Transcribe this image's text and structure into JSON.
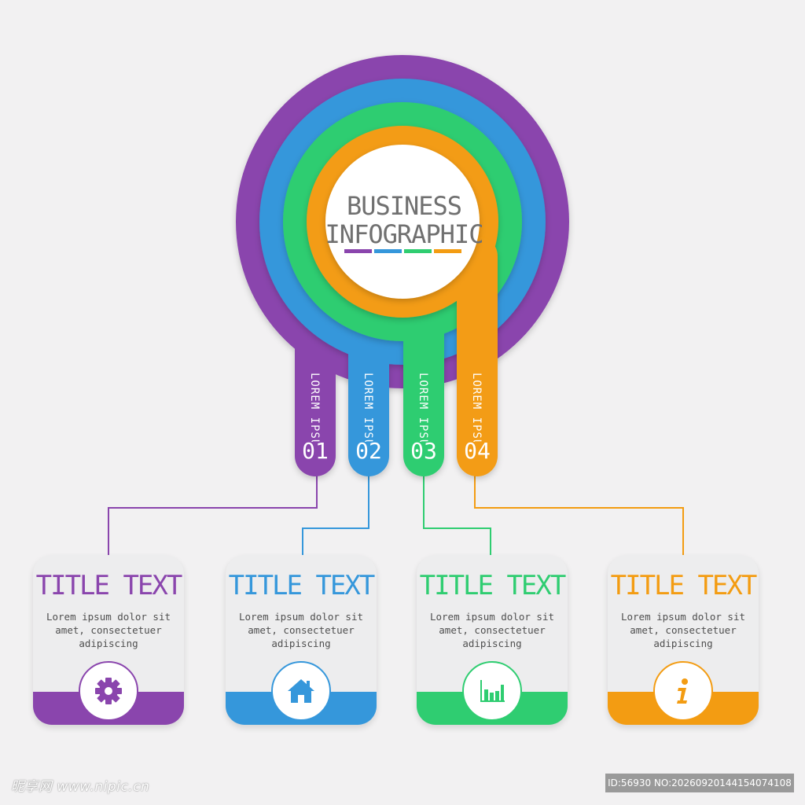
{
  "title": {
    "line1": "BUSINESS",
    "line2": "INFOGRAPHIC"
  },
  "colors": {
    "purple": "#8a45ad",
    "blue": "#3597db",
    "green": "#2fcd71",
    "orange": "#f39c12",
    "background": "#f2f1f2",
    "card": "#ededee",
    "text": "#707070"
  },
  "stems": [
    {
      "label": "LOREM IPSUM",
      "number": "01",
      "color": "#8a45ad"
    },
    {
      "label": "LOREM IPSUM",
      "number": "02",
      "color": "#3597db"
    },
    {
      "label": "LOREM IPSUM",
      "number": "03",
      "color": "#2fcd71"
    },
    {
      "label": "LOREM IPSUM",
      "number": "04",
      "color": "#f39c12"
    }
  ],
  "cards": [
    {
      "title": "TITLE TEXT",
      "text": "Lorem ipsum dolor sit amet, consectetuer adipiscing",
      "icon": "gear-icon",
      "color": "#8a45ad"
    },
    {
      "title": "TITLE TEXT",
      "text": "Lorem ipsum dolor sit amet, consectetuer adipiscing",
      "icon": "home-icon",
      "color": "#3597db"
    },
    {
      "title": "TITLE TEXT",
      "text": "Lorem ipsum dolor sit amet, consectetuer adipiscing",
      "icon": "bar-chart-icon",
      "color": "#2fcd71"
    },
    {
      "title": "TITLE TEXT",
      "text": "Lorem ipsum dolor sit amet, consectetuer adipiscing",
      "icon": "info-icon",
      "color": "#f39c12"
    }
  ],
  "watermark": {
    "left": "昵享网 www.nipic.cn",
    "right": "ID:56930 NO:20260920144154074108"
  }
}
